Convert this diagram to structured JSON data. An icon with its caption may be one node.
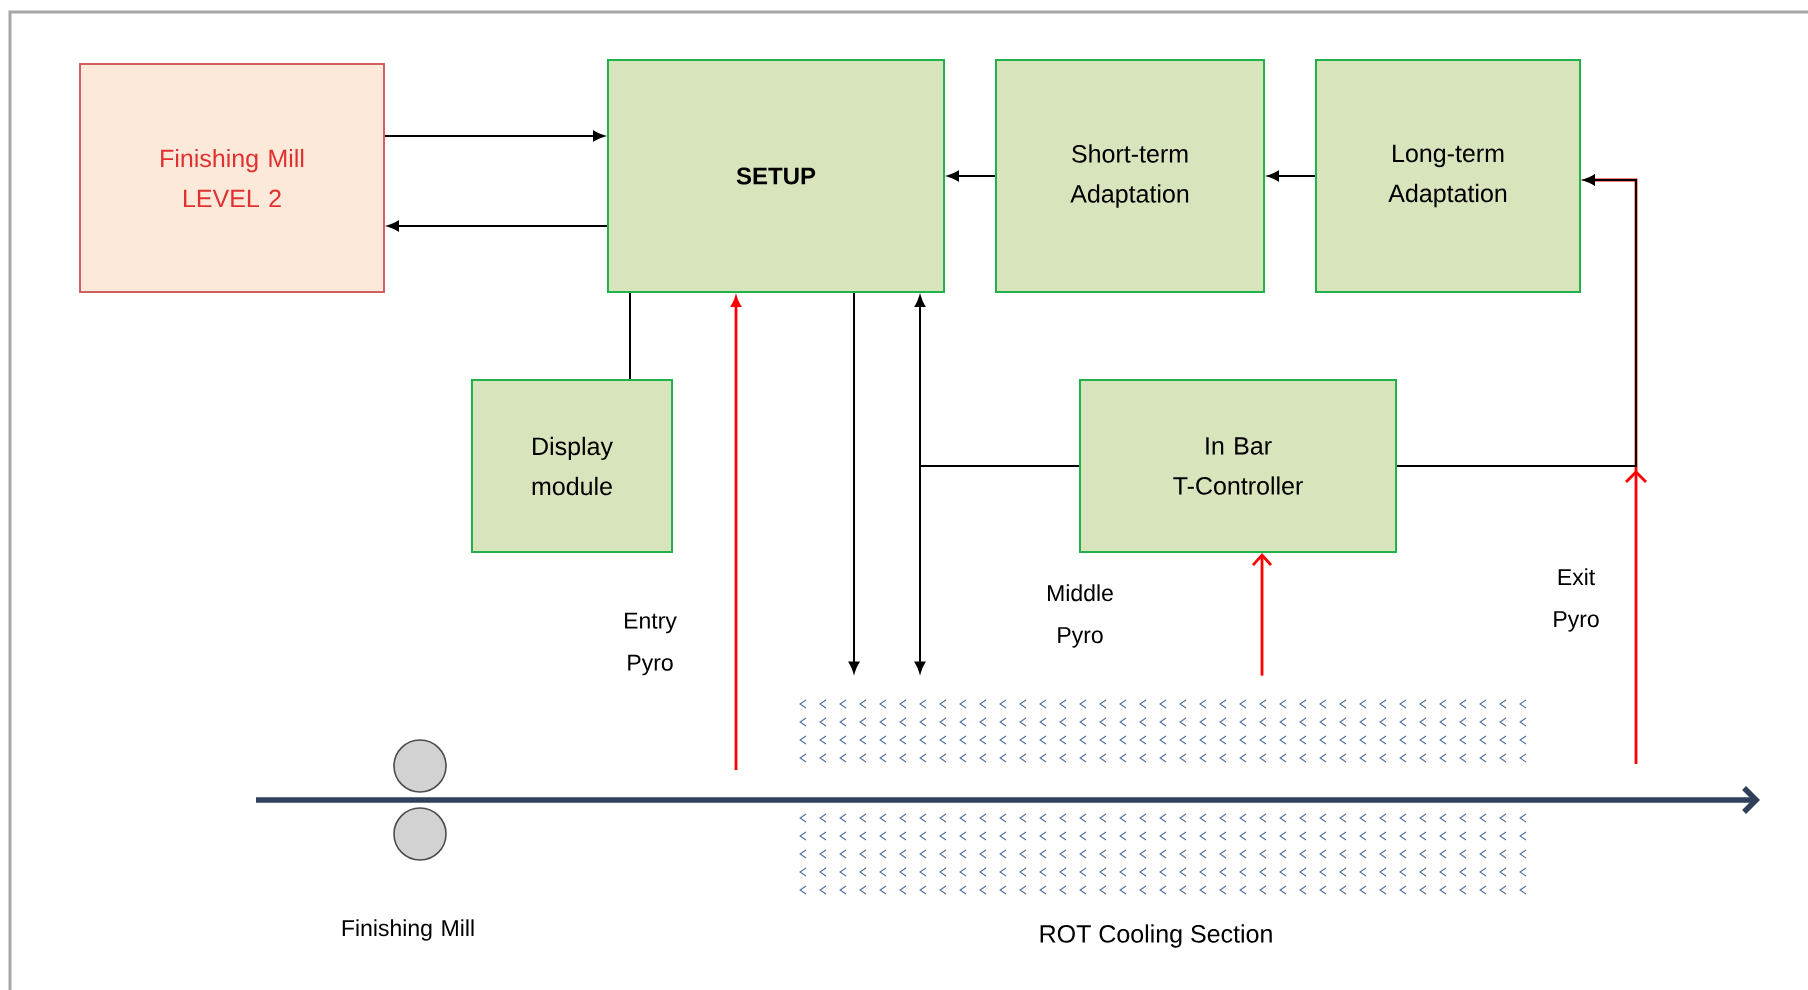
{
  "diagram": {
    "nodes": [
      {
        "text": [
          "Finishing Mill LEVEL 2"
        ]
      },
      {
        "text": [
          "SETUP"
        ]
      },
      {
        "text": [
          "Short-term Adaptation"
        ]
      },
      {
        "text": [
          "Long-term Adaptation"
        ]
      },
      {
        "text": [
          "Display module"
        ]
      },
      {
        "text": [
          "In Bar T-Controller"
        ]
      },
      {
        "text": [
          "ROT Cooling Section"
        ]
      }
    ],
    "edges": [
      {
        "from": 0,
        "to": 1,
        "arrow": "to"
      },
      {
        "from": 1,
        "to": 0,
        "arrow": "to"
      },
      {
        "from": 2,
        "to": 1,
        "arrow": "to"
      },
      {
        "from": 3,
        "to": 2,
        "arrow": "to"
      },
      {
        "from": 4,
        "to": 1,
        "arrow": "none"
      },
      {
        "from": null,
        "to": 1,
        "arrow": "to",
        "color": "#ff0000"
      },
      {
        "from": 1,
        "to": 6,
        "arrow": "to"
      },
      {
        "from": 5,
        "to": 1,
        "arrow": "to"
      },
      {
        "from": 5,
        "to": 6,
        "arrow": "to"
      },
      {
        "from": 6,
        "to": 5,
        "arrow": "to",
        "color": "#ff0000"
      },
      {
        "from": 5,
        "to": 3,
        "arrow": "to"
      },
      {
        "from": null,
        "to": 3,
        "arrow": "to",
        "color": "#ff0000"
      }
    ],
    "labels": [
      "Entry Pyro",
      "Middle Pyro",
      "Exit Pyro",
      "Finishing Mill"
    ]
  }
}
